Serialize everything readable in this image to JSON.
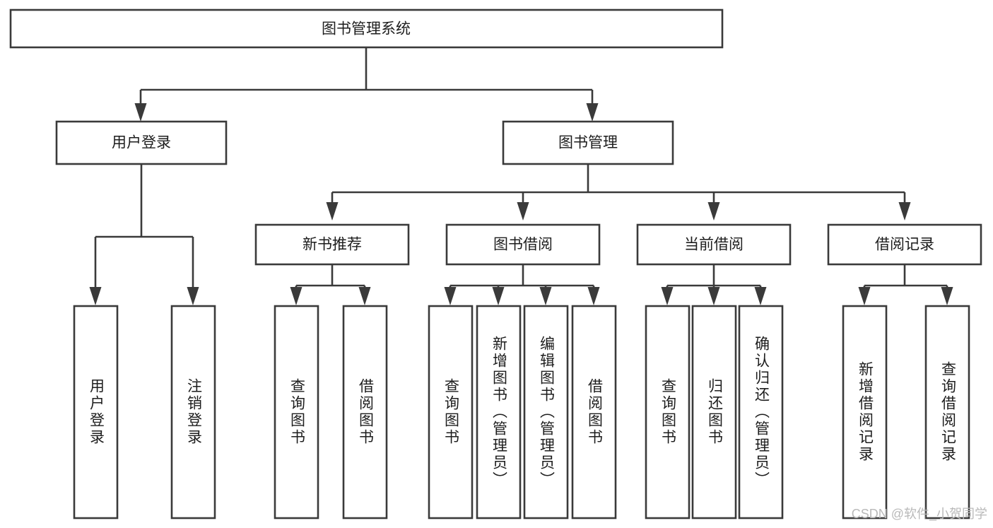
{
  "diagram": {
    "type": "tree",
    "title": "图书管理系统",
    "watermark": "CSDN @软件_小贺同学",
    "colors": {
      "stroke": "#3a3a3a",
      "fill": "#ffffff",
      "text": "#1d1d1d",
      "watermark": "#b9b9b9"
    },
    "root": {
      "id": "root",
      "label": "图书管理系统"
    },
    "level2": [
      {
        "id": "user-login",
        "label": "用户登录"
      },
      {
        "id": "book-manage",
        "label": "图书管理"
      }
    ],
    "level3": [
      {
        "id": "new-book-recommend",
        "label": "新书推荐"
      },
      {
        "id": "book-borrow",
        "label": "图书借阅"
      },
      {
        "id": "current-borrow",
        "label": "当前借阅"
      },
      {
        "id": "borrow-record",
        "label": "借阅记录"
      }
    ],
    "leaves": {
      "user_login": [
        {
          "id": "leaf-user-login",
          "label": "用户登录"
        },
        {
          "id": "leaf-logout",
          "label": "注销登录"
        }
      ],
      "new_book_recommend": [
        {
          "id": "leaf-query-book-1",
          "label": "查询图书"
        },
        {
          "id": "leaf-borrow-book-1",
          "label": "借阅图书"
        }
      ],
      "book_borrow": [
        {
          "id": "leaf-query-book-2",
          "label": "查询图书"
        },
        {
          "id": "leaf-add-book",
          "label": "新增图书（管理员）"
        },
        {
          "id": "leaf-edit-book",
          "label": "编辑图书（管理员）"
        },
        {
          "id": "leaf-borrow-book-2",
          "label": "借阅图书"
        }
      ],
      "current_borrow": [
        {
          "id": "leaf-query-book-3",
          "label": "查询图书"
        },
        {
          "id": "leaf-return-book",
          "label": "归还图书"
        },
        {
          "id": "leaf-confirm-return",
          "label": "确认归还（管理员）"
        }
      ],
      "borrow_record": [
        {
          "id": "leaf-add-record",
          "label": "新增借阅记录"
        },
        {
          "id": "leaf-query-record",
          "label": "查询借阅记录"
        }
      ]
    }
  }
}
